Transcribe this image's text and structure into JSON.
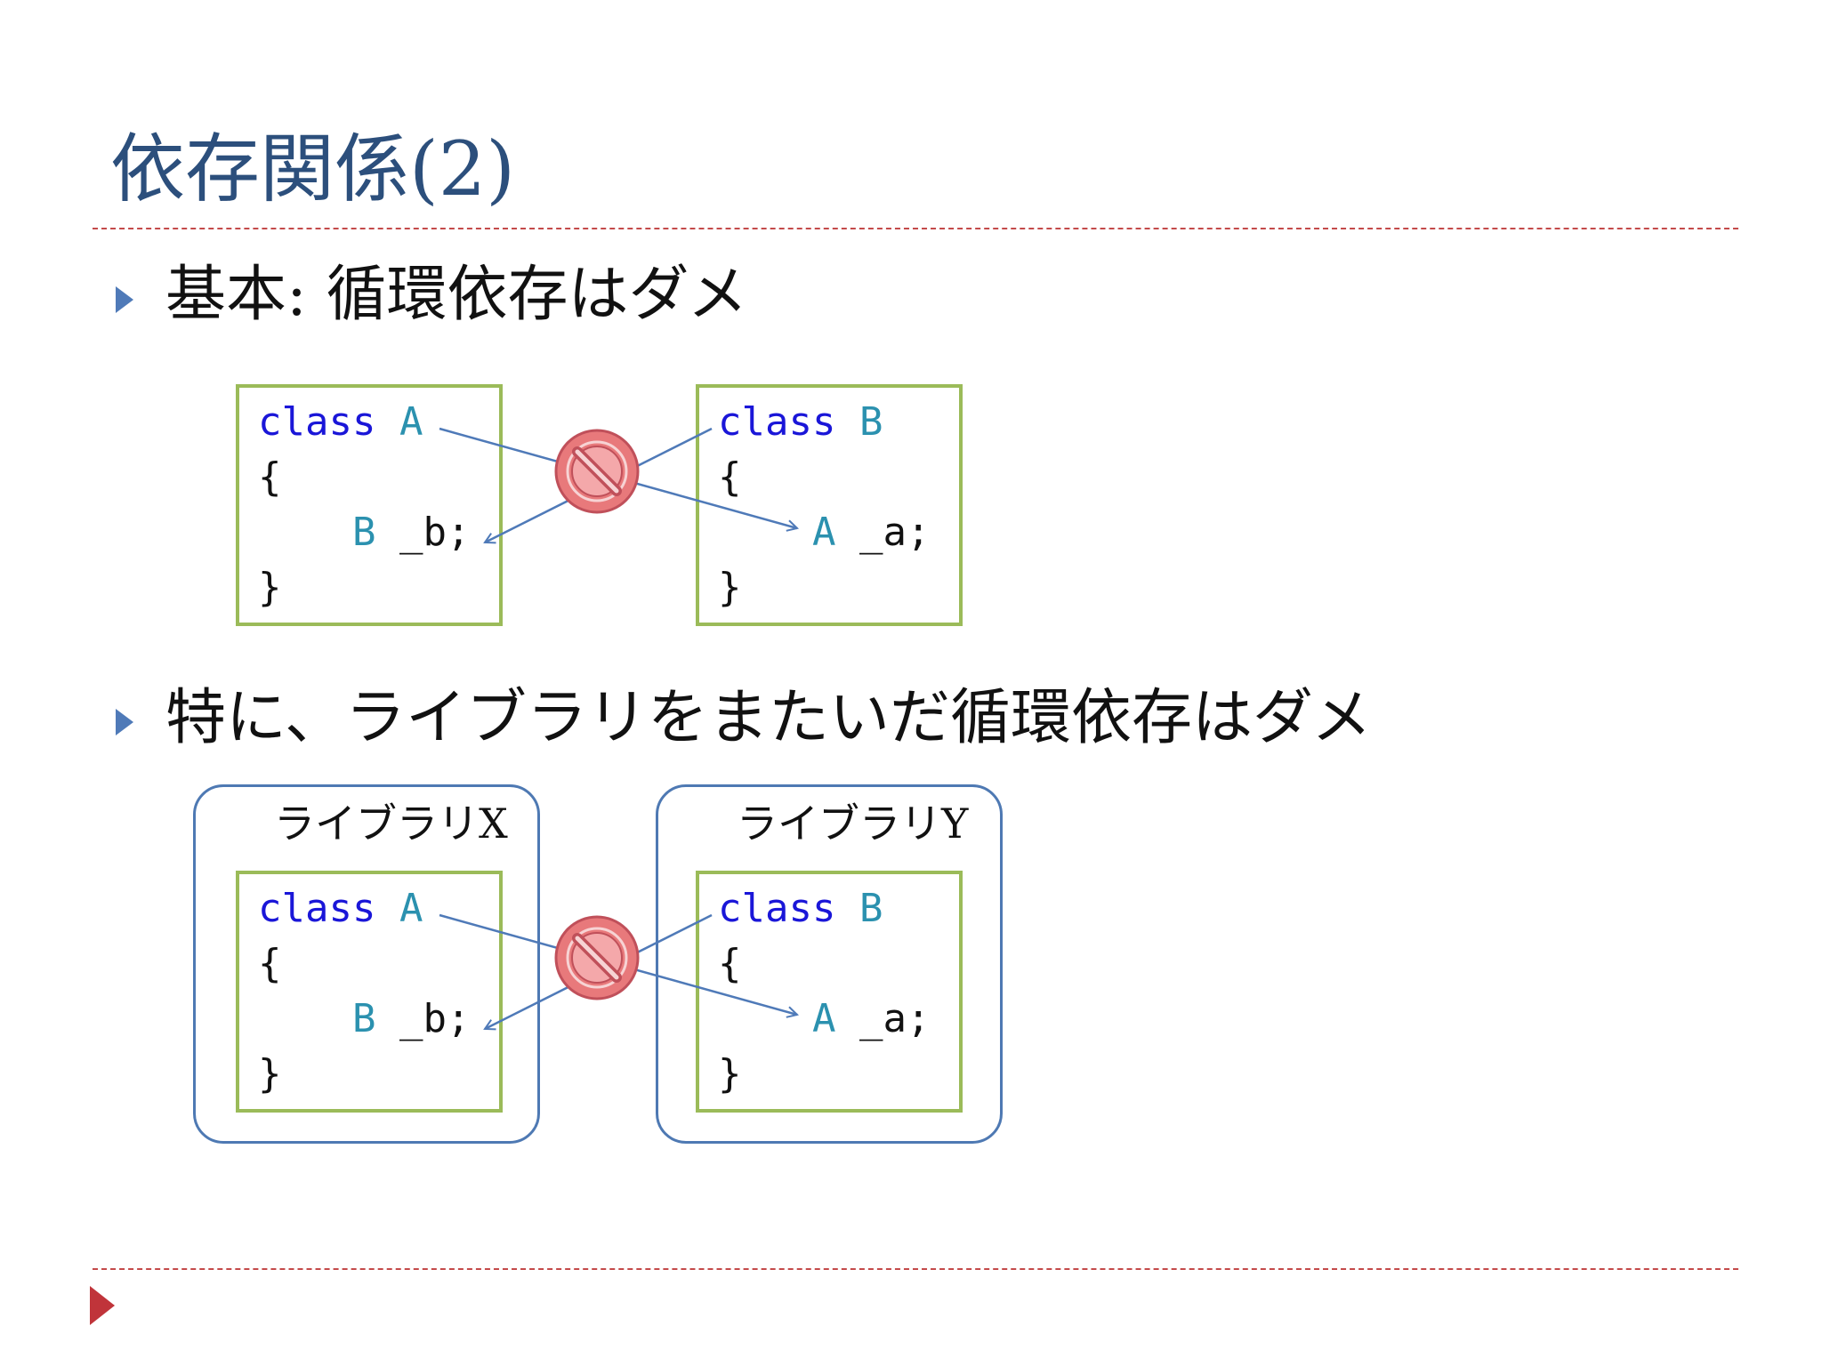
{
  "title": "依存関係(2)",
  "bullets": [
    {
      "text": "基本: 循環依存はダメ"
    },
    {
      "text": "特に、ライブラリをまたいだ循環依存はダメ"
    }
  ],
  "code": {
    "class_a": {
      "keyword": "class",
      "name": "A",
      "open": "{",
      "field_type": "B",
      "field_name": "_b;",
      "close": "}"
    },
    "class_b": {
      "keyword": "class",
      "name": "B",
      "open": "{",
      "field_type": "A",
      "field_name": "_a;",
      "close": "}"
    }
  },
  "libraries": {
    "x": "ライブラリX",
    "y": "ライブラリY"
  },
  "icons": {
    "prohibited": "prohibited-icon",
    "bullet": "triangle-bullet-icon"
  },
  "colors": {
    "title": "#2c4f7c",
    "keyword": "#1a16d8",
    "type": "#2b91af",
    "code_border": "#9bbb59",
    "library_border": "#4e79b3",
    "rule": "#c44a4a",
    "prohibited": "#e8797b"
  }
}
